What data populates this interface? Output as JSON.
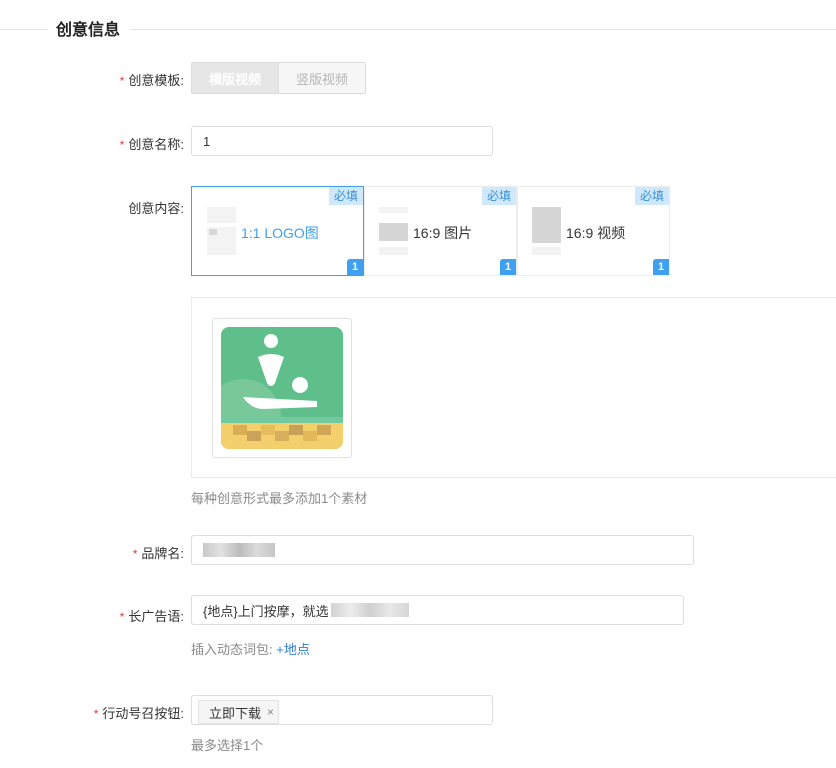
{
  "section": {
    "title": "创意信息"
  },
  "template": {
    "label": "创意模板:",
    "options": [
      "横版视频",
      "竖版视频"
    ]
  },
  "name": {
    "label": "创意名称:",
    "value": "1"
  },
  "content": {
    "label": "创意内容:",
    "cards": [
      {
        "title": "1:1 LOGO图",
        "required": "必填",
        "count": "1"
      },
      {
        "title": "16:9 图片",
        "required": "必填",
        "count": "1"
      },
      {
        "title": "16:9 视频",
        "required": "必填",
        "count": "1"
      }
    ],
    "hint": "每种创意形式最多添加1个素材"
  },
  "brand": {
    "label": "品牌名:"
  },
  "slogan": {
    "label": "长广告语:",
    "value_prefix": "{地点}上门按摩，就选",
    "insert_label": "插入动态词包:",
    "insert_link": "+地点"
  },
  "cta": {
    "label": "行动号召按钮:",
    "tag": "立即下载",
    "close": "×",
    "hint": "最多选择1个"
  },
  "colors": {
    "accent": "#3ea0ee",
    "required": "#e4393c",
    "logo_green": "#5fbf8a"
  }
}
